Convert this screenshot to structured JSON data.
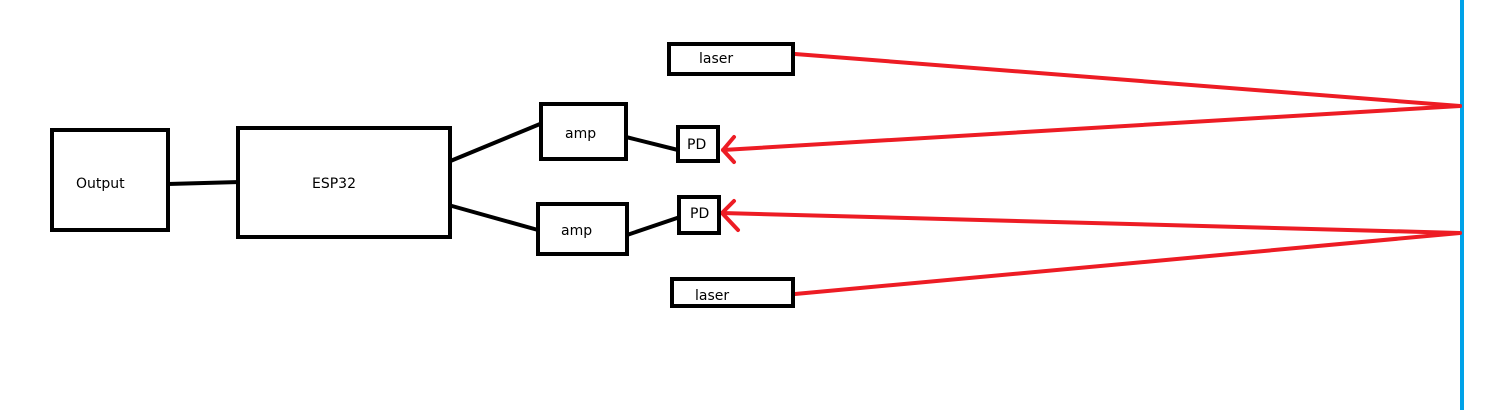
{
  "labels": {
    "output": "Output",
    "esp32": "ESP32",
    "amp_top": "amp",
    "amp_bottom": "amp",
    "pd_top": "PD",
    "pd_bottom": "PD",
    "laser_top": "laser",
    "laser_bottom": "laser"
  },
  "colors": {
    "wire": "#000000",
    "beam": "#ed1c24",
    "mirror": "#00a2e8",
    "background": "#ffffff"
  }
}
